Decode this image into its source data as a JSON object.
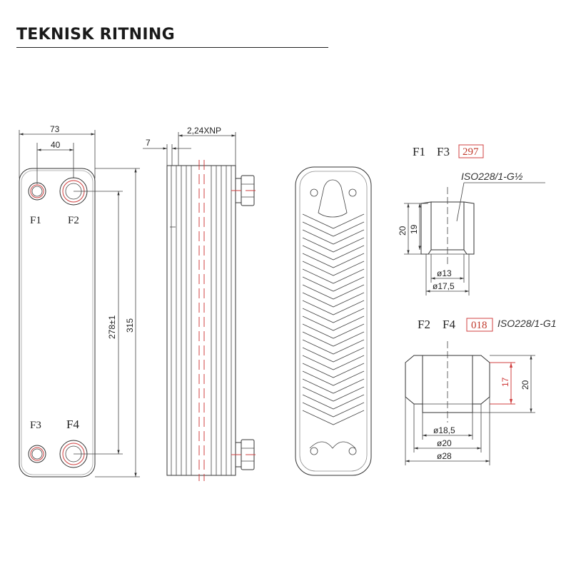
{
  "page": {
    "title": "TEKNISK RITNING"
  },
  "front_view": {
    "width_dim": "73",
    "port_spacing_dim": "40",
    "port_center_dim": "278±1",
    "height_dim": "315",
    "ports": {
      "f1": "F1",
      "f2": "F2",
      "f3": "F3",
      "f4": "F4"
    }
  },
  "side_view": {
    "stack_dim": "2,24XNP",
    "plate_dim": "7"
  },
  "detail_small": {
    "label_f1": "F1",
    "label_f3": "F3",
    "code": "297",
    "thread": "ISO228/1-G½",
    "height_outer": "20",
    "height_inner": "19",
    "dia_inner": "ø13",
    "dia_outer": "ø17,5"
  },
  "detail_large": {
    "label_f2": "F2",
    "label_f4": "F4",
    "code": "018",
    "thread": "ISO228/1-G1",
    "height_inner": "17",
    "height_outer": "20",
    "dia_inner": "ø18,5",
    "dia_mid": "ø20",
    "dia_outer": "ø28"
  },
  "colors": {
    "accent": "#d04040",
    "line": "#333333"
  }
}
